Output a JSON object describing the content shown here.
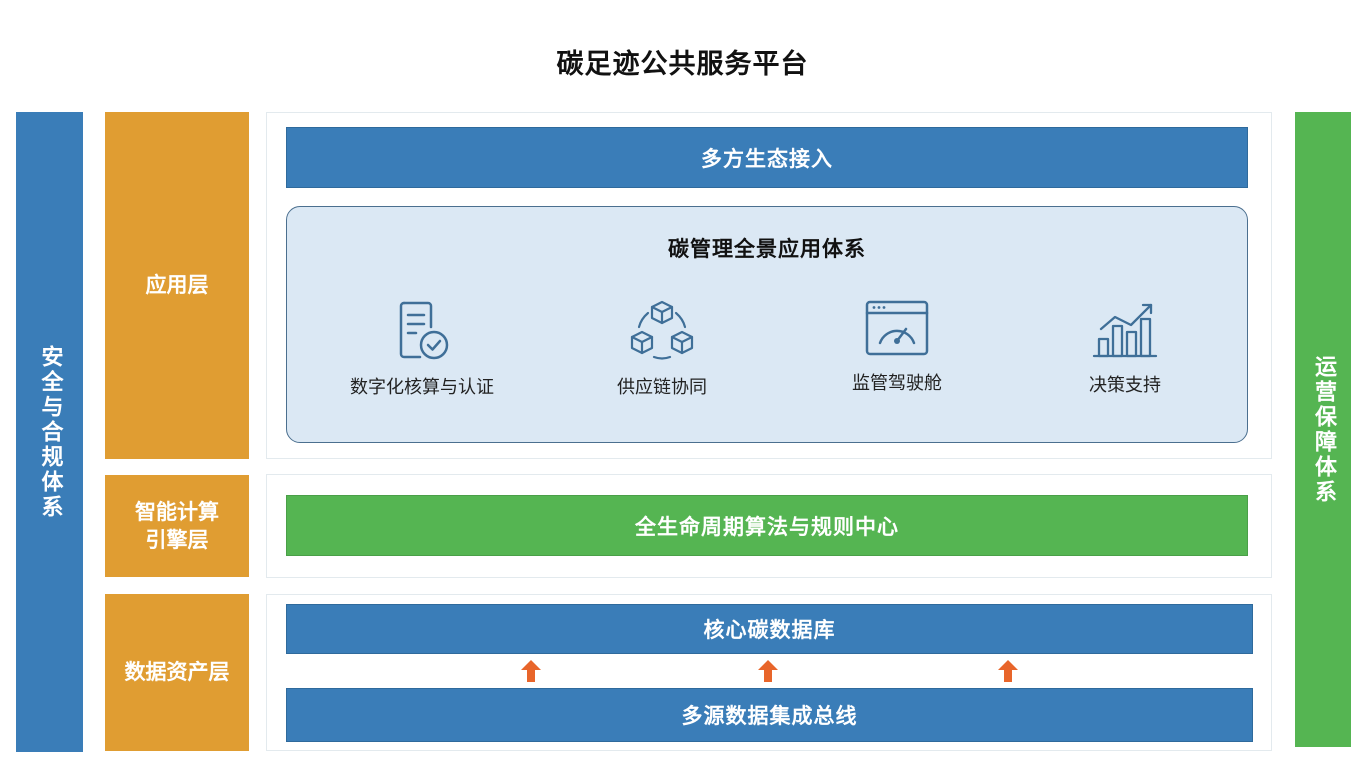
{
  "title": "碳足迹公共服务平台",
  "left_pillar": {
    "label": "安全与合规体系",
    "color": "#3a7db8"
  },
  "right_pillar": {
    "label": "运营保障体系",
    "color": "#55b552"
  },
  "layers": {
    "application": {
      "label": "应用层",
      "ecosystem_bar": "多方生态接入",
      "app_system": {
        "title": "碳管理全景应用体系",
        "features": [
          {
            "label": "数字化核算与认证",
            "icon": "document-check-icon"
          },
          {
            "label": "供应链协同",
            "icon": "boxes-cycle-icon"
          },
          {
            "label": "监管驾驶舱",
            "icon": "dashboard-gauge-icon"
          },
          {
            "label": "决策支持",
            "icon": "bar-chart-trend-icon"
          }
        ]
      }
    },
    "engine": {
      "label": "智能计算\n引擎层",
      "center_bar": "全生命周期算法与规则中心"
    },
    "data": {
      "label": "数据资产层",
      "core_db": "核心碳数据库",
      "bus": "多源数据集成总线",
      "arrow_count": 3
    }
  },
  "colors": {
    "blue": "#3a7db8",
    "green": "#55b552",
    "orange": "#e09d32",
    "arrow": "#e8652a",
    "app_box_bg": "#dbe8f4",
    "icon_stroke": "#3f6f98"
  }
}
